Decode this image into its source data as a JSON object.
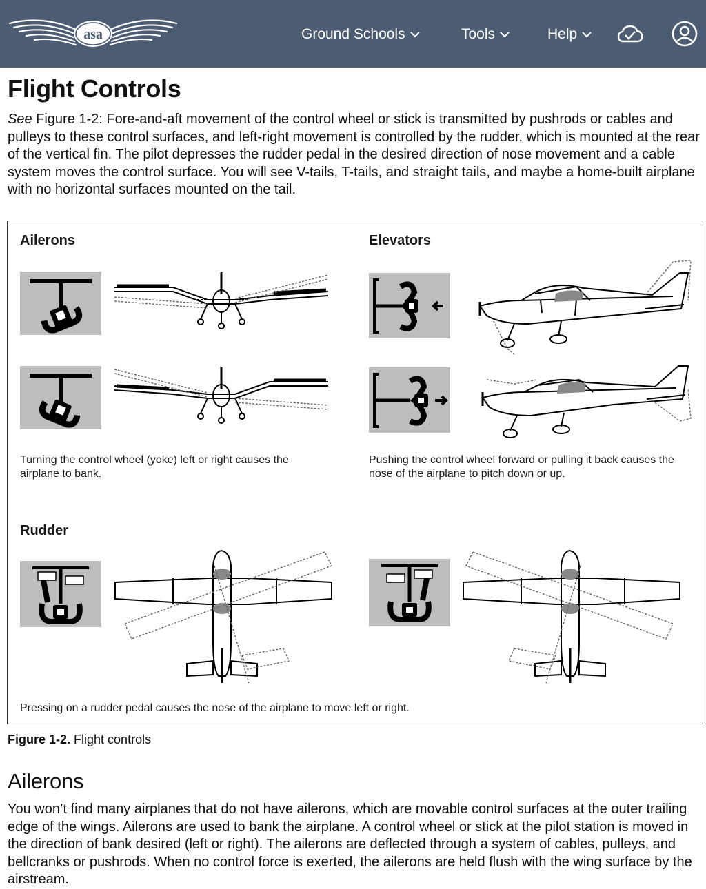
{
  "nav": {
    "logo_text": "asa",
    "items": [
      {
        "label": "Ground Schools"
      },
      {
        "label": "Tools"
      },
      {
        "label": "Help"
      }
    ],
    "icons": [
      "cloud-check-icon",
      "user-account-icon"
    ]
  },
  "article": {
    "title": "Flight Controls",
    "intro_see": "See",
    "intro_text": " Figure 1-2: Fore-and-aft movement of the control wheel or stick is transmitted by pushrods or cables and pulleys to these control surfaces, and left-right movement is controlled by the rudder, which is mounted at the rear of the vertical fin. The pilot depresses the rudder pedal in the desired direction of nose movement and a cable system moves the control surface. You will see V-tails, T-tails, and straight tails, and maybe a home-built airplane with no horizontal surfaces mounted on the tail.",
    "figure": {
      "ailerons_heading": "Ailerons",
      "elevators_heading": "Elevators",
      "rudder_heading": "Rudder",
      "ailerons_caption": "Turning the control wheel (yoke) left or right causes the airplane to bank.",
      "elevators_caption": "Pushing the control wheel forward or pulling it back causes the nose of the airplane to pitch down or up.",
      "rudder_caption": "Pressing on a rudder pedal causes the nose of the airplane to move left or right."
    },
    "figure_label": "Figure 1-2.",
    "figure_title": " Flight controls",
    "section_title": "Ailerons",
    "section_text": "You won’t find many airplanes that do not have ailerons, which are movable control surfaces at the outer trailing edge of the wings. Ailerons are used to bank the airplane. A control wheel or stick at the pilot station is moved in the direction of bank desired (left or right). The ailerons are deflected through a system of cables, pulleys, and bellcranks or pushrods. When no control force is exerted, the ailerons are held flush with the wing surface by the airstream."
  },
  "colors": {
    "navbar": "#4b5c73",
    "panel_gray": "#bdbdbd"
  }
}
